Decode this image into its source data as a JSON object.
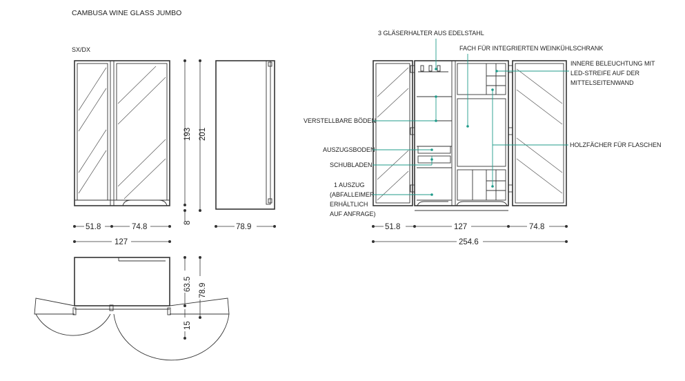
{
  "title": "CAMBUSA WINE GLASS JUMBO",
  "view_label": "SX/DX",
  "colors": {
    "leader": "#1f9b8a",
    "line": "#333333"
  },
  "callouts": {
    "glass_holders": "3 GLÄSERHALTER AUS EDELSTAHL",
    "wine_fridge_compartment": "FACH FÜR INTEGRIERTEN WEINKÜHLSCHRANK",
    "led_line1": "INNERE BELEUCHTUNG MIT",
    "led_line2": "LED-STREIFE AUF DER",
    "led_line3": "MITTELSEITENWAND",
    "adjustable_shelves": "VERSTELLBARE BÖDEN",
    "pullout_shelf": "AUSZUGSBODEN",
    "drawers": "SCHUBLADEN",
    "bottle_racks": "HOLZFÄCHER FÜR FLASCHEN",
    "pullout_line1": "1 AUSZUG",
    "pullout_line2": "(ABFALLEIMER",
    "pullout_line3": "ERHÄLTLICH",
    "pullout_line4": "AUF ANFRAGE)"
  },
  "dimensions": {
    "closed_left_width": "51.8",
    "closed_right_width": "74.8",
    "closed_total_width": "127",
    "height_inner": "193",
    "height_total": "201",
    "base_height": "8",
    "side_depth": "78.9",
    "open_left": "51.8",
    "open_middle": "127",
    "open_right": "74.8",
    "open_total": "254.6",
    "plan_depth": "63.5",
    "plan_depth_total": "78.9",
    "plan_door": "15"
  }
}
